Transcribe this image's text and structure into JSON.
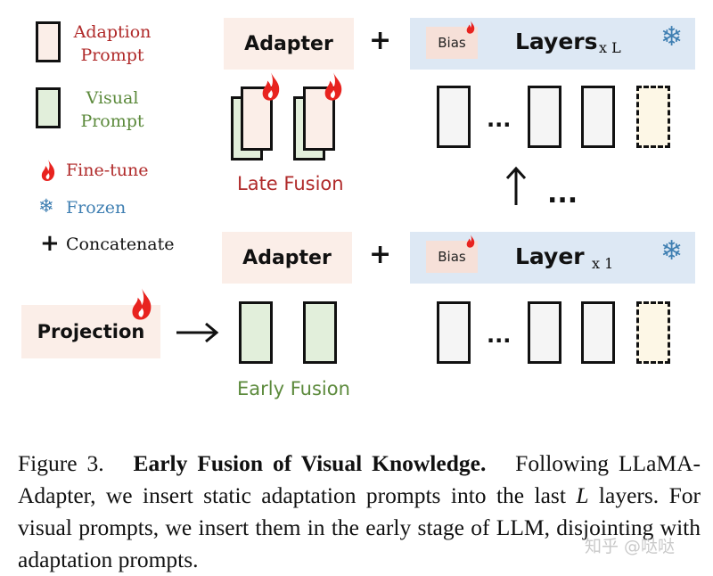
{
  "legend": {
    "adaption_prompt": "Adaption\nPrompt",
    "visual_prompt": "Visual\nPrompt",
    "fine_tune": "Fine-tune",
    "frozen": "Frozen",
    "concatenate": "Concatenate",
    "concat_symbol": "+"
  },
  "top": {
    "adapter_label": "Adapter",
    "plus": "+",
    "bias_label": "Bias",
    "layers_label": "Layers",
    "multiplier": "x L",
    "fusion_label": "Late Fusion",
    "dots": "...",
    "up_dots": "..."
  },
  "bottom": {
    "adapter_label": "Adapter",
    "plus": "+",
    "bias_label": "Bias",
    "layer_label": "Layer",
    "multiplier": "x 1",
    "projection_label": "Projection",
    "fusion_label": "Early Fusion",
    "dots": "..."
  },
  "caption": {
    "figure_num": "Figure 3.",
    "title": "Early Fusion of Visual Knowledge.",
    "text_1": "Following LLaMA-Adapter, we insert static adaptation prompts into the last",
    "var_L": "L",
    "text_2": "layers. For visual prompts, we insert them in the early stage of LLM, disjointing with adaptation prompts."
  },
  "watermark": "知乎 @哒哒",
  "colors": {
    "red": "#b02a2a",
    "green": "#5c8a3c",
    "blue": "#3f7fb2",
    "peach": "#fbeee8",
    "light_blue": "#dde8f4",
    "flame": "#e8231f"
  }
}
